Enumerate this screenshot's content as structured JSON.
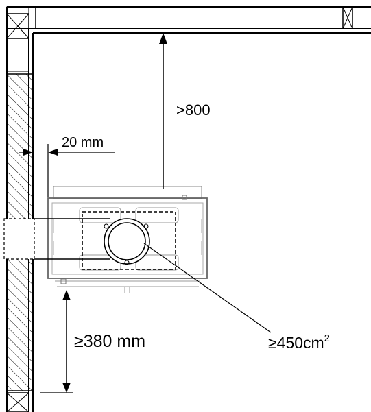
{
  "labels": {
    "clearance_top": ">800",
    "wall_gap": "20 mm",
    "clearance_bottom": "≥380 mm",
    "vent_area_value": "≥450cm",
    "vent_area_exp": "2"
  }
}
